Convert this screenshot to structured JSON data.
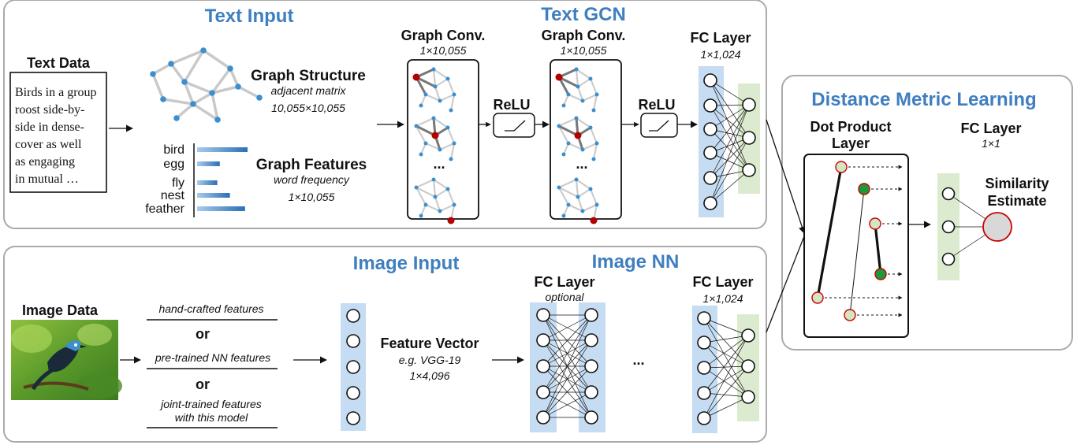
{
  "text_panel": {
    "title_input": "Text Input",
    "title_gcn": "Text GCN",
    "text_data_label": "Text Data",
    "text_sample_lines": [
      "Birds in a group",
      "roost side-by-",
      "side in dense-",
      "cover as well",
      "as engaging",
      "in mutual …"
    ],
    "graph_structure": {
      "title": "Graph Structure",
      "subtitle": "adjacent matrix",
      "dims": "10,055×10,055"
    },
    "graph_features": {
      "title": "Graph Features",
      "subtitle": "word frequency",
      "dims": "1×10,055",
      "words": [
        "bird",
        "egg",
        "fly",
        "nest",
        "feather"
      ],
      "frequencies": [
        1.0,
        0.45,
        0.4,
        0.65,
        0.95
      ]
    },
    "graph_conv_1": {
      "title": "Graph Conv.",
      "dims": "1×10,055",
      "ellipsis": "..."
    },
    "graph_conv_2": {
      "title": "Graph Conv.",
      "dims": "1×10,055",
      "ellipsis": "..."
    },
    "relu_1": "ReLU",
    "relu_2": "ReLU",
    "fc_layer": {
      "title": "FC Layer",
      "dims": "1×1,024"
    }
  },
  "image_panel": {
    "title_input": "Image Input",
    "title_nn": "Image NN",
    "image_data_label": "Image Data",
    "feature_options": {
      "opt1": "hand-crafted features",
      "or1": "or",
      "opt2": "pre-trained NN features",
      "or2": "or",
      "opt3_line1": "joint-trained features",
      "opt3_line2": "with this model"
    },
    "feature_vector": {
      "title": "Feature Vector",
      "subtitle": "e.g. VGG-19",
      "dims": "1×4,096"
    },
    "fc_layer_opt": {
      "title": "FC Layer",
      "subtitle": "optional"
    },
    "ellipsis": "...",
    "fc_layer": {
      "title": "FC Layer",
      "dims": "1×1,024"
    }
  },
  "metric_panel": {
    "title": "Distance Metric Learning",
    "dot_product_line1": "Dot Product",
    "dot_product_line2": "Layer",
    "fc_layer": {
      "title": "FC Layer",
      "dims": "1×1"
    },
    "similarity_line1": "Similarity",
    "similarity_line2": "Estimate"
  },
  "colors": {
    "title_blue": "#3f7fbf",
    "layer_blue": "#c5dcf2",
    "layer_green": "#dcebd0",
    "node_red": "#b30000",
    "node_green": "#1a9a3a",
    "node_lightgreen": "#d3e6c4",
    "graph_node_blue": "#3a8fd0",
    "similarity_grey": "#d8d8d8"
  }
}
